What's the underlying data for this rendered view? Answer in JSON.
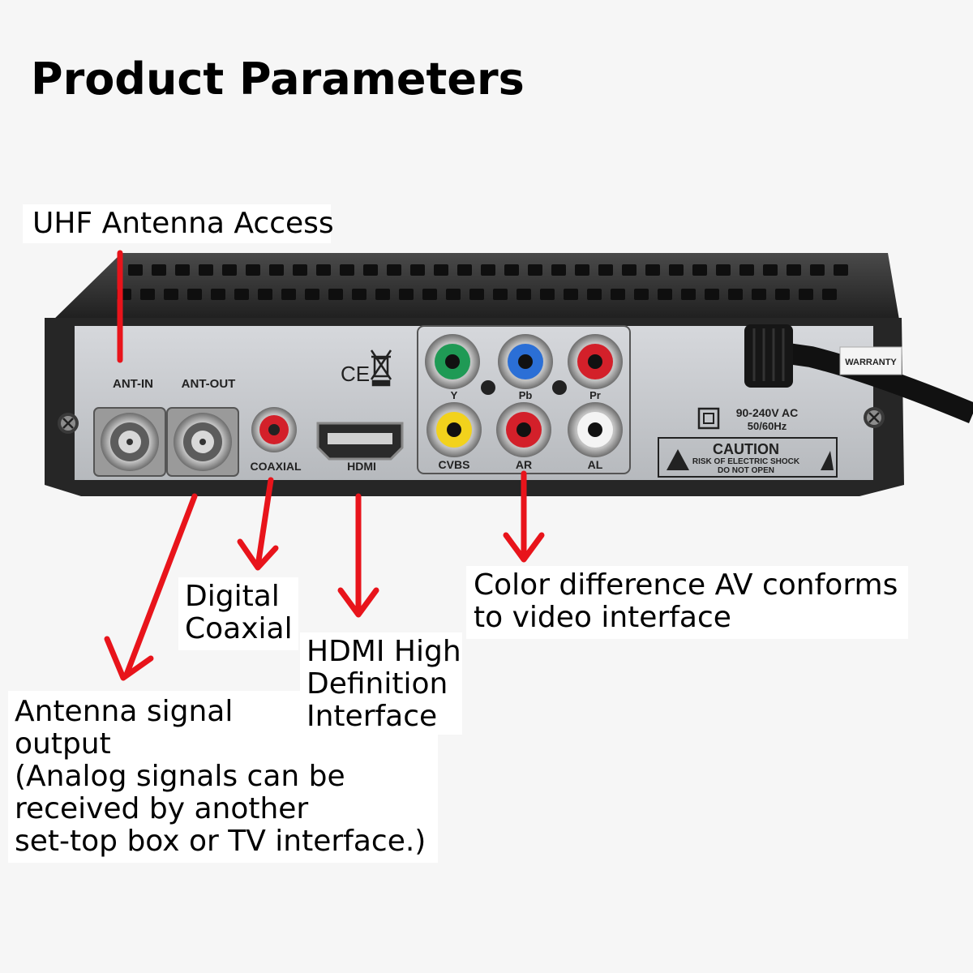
{
  "title": "Product Parameters",
  "callouts": {
    "uhf": "UHF Antenna Access",
    "digital_coaxial": [
      "Digital",
      "Coaxial"
    ],
    "hdmi": [
      "HDMI High",
      "Definition",
      "Interface"
    ],
    "color_diff": [
      "Color difference AV conforms",
      "to video interface"
    ],
    "antenna_output": [
      "Antenna signal",
      "output",
      "(Analog signals can be",
      "received by another",
      "set-top box or TV interface.)"
    ]
  },
  "device": {
    "port_labels": {
      "ant_in": "ANT-IN",
      "ant_out": "ANT-OUT",
      "coaxial": "COAXIAL",
      "hdmi": "HDMI",
      "cvbs": "CVBS",
      "ar": "AR",
      "al": "AL",
      "y": "Y",
      "pb": "Pb",
      "pr": "Pr"
    },
    "marks": "CE",
    "power": [
      "90-240V AC",
      "50/60Hz"
    ],
    "caution": [
      "CAUTION",
      "RISK OF ELECTRIC SHOCK",
      "DO NOT OPEN"
    ],
    "warranty": "WARRANTY"
  },
  "colors": {
    "arrow": "#e8141b",
    "case": "#2a2a2a",
    "panel": "#c9ccd0",
    "green": "#1f9a55",
    "blue": "#2b6fd6",
    "red": "#d3202a",
    "yellow": "#f2d21c"
  }
}
